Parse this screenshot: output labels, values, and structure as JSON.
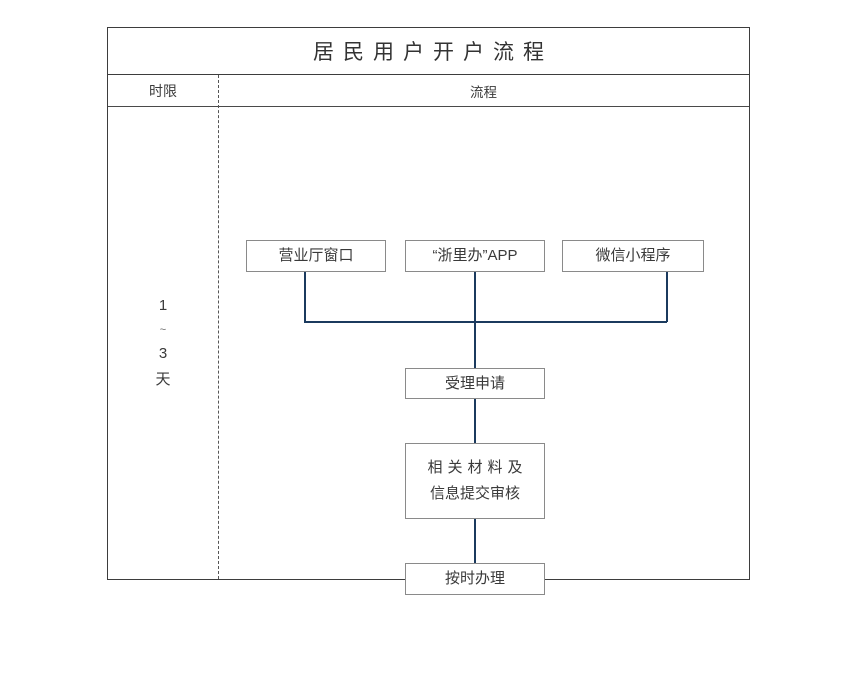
{
  "document": {
    "title": "居民用户开户流程",
    "columns": {
      "duration_header": "时限",
      "flow_header": "流程"
    },
    "duration": {
      "lines": [
        "1",
        "~",
        "3",
        "天"
      ],
      "value_min": "1",
      "separator": "~",
      "value_max": "3",
      "unit": "天"
    },
    "flow": {
      "entry_points": [
        {
          "label": "营业厅窗口"
        },
        {
          "label": "“浙里办”APP"
        },
        {
          "label": "微信小程序"
        }
      ],
      "steps": [
        {
          "label": "受理申请",
          "lines": [
            "受理申请"
          ]
        },
        {
          "label": "相关材料及信息提交审核",
          "lines": [
            "相关材料及",
            "信息提交审核"
          ]
        },
        {
          "label": "按时办理",
          "lines": [
            "按时办理"
          ]
        }
      ]
    }
  },
  "colors": {
    "connector": "#1b3a5e",
    "box_border": "#8a8a8a",
    "table_border": "#3d3d3d",
    "text": "#3a3a3a",
    "background": "#ffffff"
  }
}
